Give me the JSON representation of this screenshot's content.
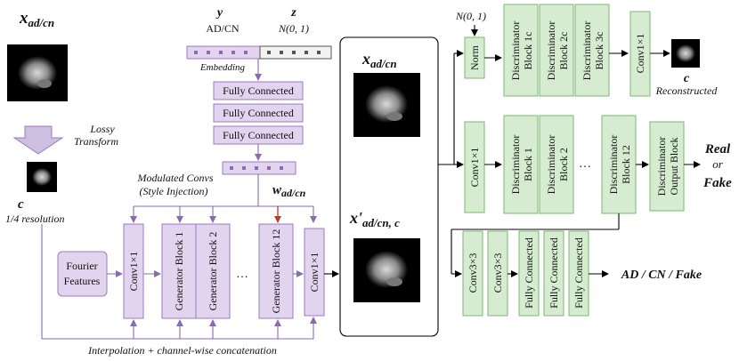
{
  "left": {
    "x_label": "x",
    "x_sub": "ad/cn",
    "lossy_line1": "Lossy",
    "lossy_line2": "Transform",
    "c_label": "c",
    "c_caption": "1/4 resolution"
  },
  "mapping": {
    "y_label": "y",
    "y_value": "AD/CN",
    "z_label": "z",
    "z_value": "N(0, 1)",
    "embedding": "Embedding",
    "fc1": "Fully Connected",
    "fc2": "Fully Connected",
    "fc3": "Fully Connected",
    "modulated_line1": "Modulated Convs",
    "modulated_line2": "(Style Injection)",
    "w_label": "w",
    "w_sub": "ad/cn"
  },
  "generator": {
    "fourier_line1": "Fourier",
    "fourier_line2": "Features",
    "conv_in": "Conv1×1",
    "block1": "Generator Block 1",
    "block2": "Generator Block 2",
    "dots": "…",
    "block12": "Generator Block 12",
    "conv_out": "Conv1×1",
    "bottom_caption": "Interpolation + channel-wise concatenation"
  },
  "center": {
    "x_label": "x",
    "x_sub": "ad/cn",
    "xp_label": "x'",
    "xp_sub": "ad/cn, c"
  },
  "discriminator": {
    "n01": "N(0, 1)",
    "norm": "Norm",
    "disc_1c_l1": "Discriminator",
    "disc_1c_l2": "Block 1c",
    "disc_2c_l1": "Discriminator",
    "disc_2c_l2": "Block 2c",
    "disc_3c_l1": "Discriminator",
    "disc_3c_l2": "Block 3c",
    "conv_c": "Conv1×1",
    "c_label": "c",
    "reconstructed": "Reconstructed",
    "conv_main": "Conv1×1",
    "disc_1_l1": "Discriminator",
    "disc_1_l2": "Block 1",
    "disc_2_l1": "Discriminator",
    "disc_2_l2": "Block 2",
    "dots": "…",
    "disc_12_l1": "Discriminator",
    "disc_12_l2": "Block 12",
    "out_l1": "Discriminator",
    "out_l2": "Output Block",
    "real": "Real",
    "or": "or",
    "fake": "Fake",
    "conv33a": "Conv3×3",
    "conv33b": "Conv3×3",
    "fc_a": "Fully Connected",
    "fc_b": "Fully Connected",
    "fc_c": "Fully Connected",
    "class_out": "AD / CN / Fake"
  },
  "colors": {
    "purple_fill": "#e2d3ee",
    "purple_stroke": "#9b7bbd",
    "green_fill": "#d5ecd0",
    "green_stroke": "#7fb676",
    "style_arrow_highlight": "#c0392b"
  }
}
